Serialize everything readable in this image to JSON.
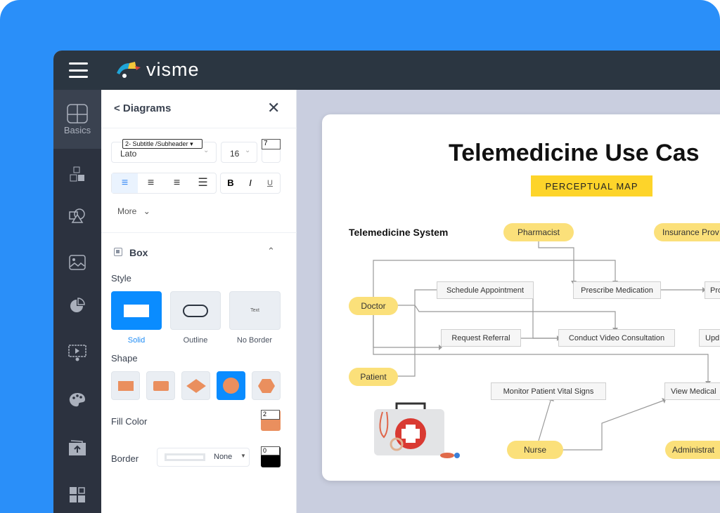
{
  "app": {
    "logo_text": "visme",
    "brand_color": "#2a8ff9"
  },
  "sidebar": {
    "items": [
      {
        "label": "Basics",
        "icon": "layout-icon"
      },
      {
        "icon": "text-blocks-icon"
      },
      {
        "icon": "shapes-icon"
      },
      {
        "icon": "image-icon"
      },
      {
        "icon": "chart-icon"
      },
      {
        "icon": "media-icon"
      },
      {
        "icon": "palette-icon"
      },
      {
        "icon": "upload-icon"
      },
      {
        "icon": "apps-icon"
      }
    ]
  },
  "panel": {
    "back_label": "< Diagrams",
    "text_style": "2- Subtitle /Subheader",
    "font": "Lato",
    "font_size": "16",
    "line_value": "7",
    "more_label": "More",
    "section_title": "Box",
    "style_label": "Style",
    "style_options": [
      {
        "label": "Solid",
        "selected": true
      },
      {
        "label": "Outline"
      },
      {
        "label": "No Border",
        "preview": "Text"
      }
    ],
    "shape_label": "Shape",
    "shape_selected": "circle",
    "fill_label": "Fill Color",
    "fill_value": "2",
    "fill_color": "#ea8f5e",
    "border_label": "Border",
    "border_value": "None",
    "border_width": "0",
    "border_color": "#000000"
  },
  "diagram": {
    "title": "Telemedicine Use Cas",
    "subtitle": "PERCEPTUAL MAP",
    "system_label": "Telemedicine System",
    "actors": {
      "pharmacist": "Pharmacist",
      "insurance": "Insurance Prov",
      "doctor": "Doctor",
      "patient": "Patient",
      "nurse": "Nurse",
      "admin": "Administrat"
    },
    "use_cases": {
      "schedule": "Schedule Appointment",
      "prescribe": "Prescribe Medication",
      "process": "Pro",
      "referral": "Request Referral",
      "video": "Conduct Video Consultation",
      "update": "Upd",
      "monitor": "Monitor Patient Vital Signs",
      "records": "View Medical"
    }
  }
}
